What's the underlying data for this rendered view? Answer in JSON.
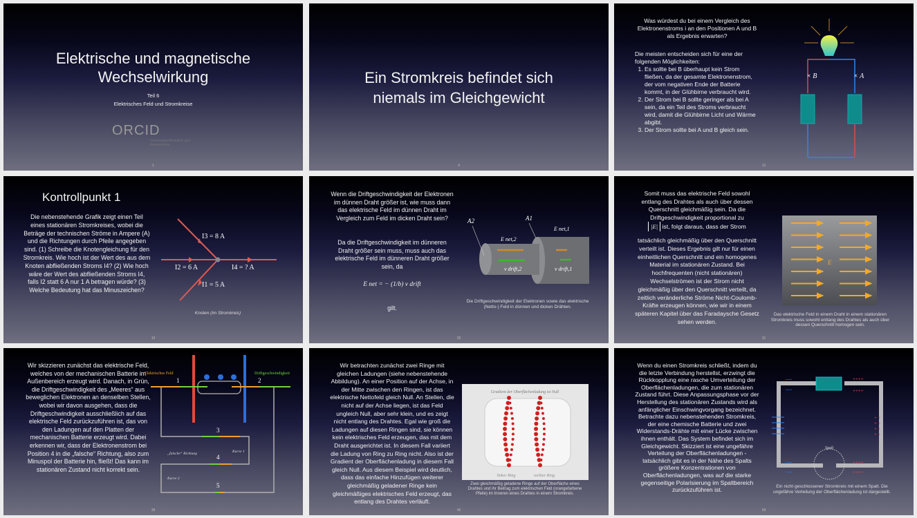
{
  "slides": [
    {
      "number": "1",
      "title": "Elektrische und magnetische Wechselwirkung",
      "subtitle1": "Teil 6",
      "subtitle2": "Elektrisches Feld und Stromkreise",
      "logo": "ORCID",
      "logo_tagline": "Connecting Research and Researchers"
    },
    {
      "number": "4",
      "title": "Ein Stromkreis befindet sich niemals im Gleichgewicht"
    },
    {
      "number": "12",
      "question": "Was würdest du bei einem Vergleich des Elektronenstroms i an den Positionen A und B als Ergebnis erwarten?",
      "intro": "Die meisten entscheiden sich für eine der folgenden Möglichkeiten:",
      "options": [
        "Es sollte bei B überhaupt kein Strom fließen, da der gesamte Elektronenstrom, der vom negativen Ende der Batterie kommt, in der Glühbirne verbraucht wird.",
        "Der Strom bei B sollte geringer als bei A sein, da ein Teil des Stroms verbraucht wird, damit die Glühbirne Licht und Wärme abgibt.",
        "Der Strom sollte bei A und B gleich sein."
      ],
      "label_b": "× B",
      "label_a": "× A"
    },
    {
      "number": "19",
      "title": "Kontrollpunkt 1",
      "text": "Die nebenstehende Grafik zeigt einen Teil eines stationären Stromkreises, wobei die Beträge der technischen Ströme in Ampere (A) und die Richtungen durch Pfeile angegeben sind. (1) Schreibe die Knotengleichung für den Stromkreis. Wie hoch ist der Wert des aus dem Knoten abfließenden Stroms I4? (2) Wie hoch wäre der Wert des abfließenden Stroms I4, falls I2 statt 6 A nur 1 A betragen würde? (3) Welche Bedeutung hat das Minuszeichen?",
      "i3": "I3 = 8 A",
      "i2": "I2 = 6 A",
      "i4": "I4 = ? A",
      "i1": "I1 = 5 A",
      "caption": "Knoten (im Stromkreis)"
    },
    {
      "number": "26",
      "question": "Wenn die Driftgeschwindigkeit der Elektronen im dünnen Draht größer ist, wie muss dann das elektrische Feld im dünnen Draht im Vergleich zum Feld im dicken Draht sein?",
      "answer": "Da die Driftgeschwindigkeit im dünneren Draht größer sein muss, muss auch das elektrische Feld im dünneren Draht größer sein, da",
      "formula": "E net = − (1/b) v drift",
      "ending": "gilt.",
      "a2": "A2",
      "a1": "A1",
      "enet2": "E net,2",
      "enet1": "E net,1",
      "vdrift2": "v drift,2",
      "vdrift1": "v drift,1",
      "caption": "Die Driftgeschwindigkeit der Elektronen sowie das elektrische (Netto-) Feld in dünnen und dicken Drähten."
    },
    {
      "number": "31",
      "text1": "Somit muss das elektrische Feld sowohl entlang des Drahtes als auch über dessen Querschnitt gleichmäßig sein. Da die Driftgeschwindigkeit proportional zu",
      "abs_e": "|E|",
      "text2": "ist, folgt daraus, dass der Strom",
      "text3": "tatsächlich gleichmäßig über den Querschnitt verteilt ist. Dieses Ergebnis gilt nur für einen einheitlichen Querschnitt und ein homogenes Material im stationären Zustand. Bei hochfrequenten (nicht stationären) Wechselströmen ist der Strom nicht gleichmäßig über den Querschnitt verteilt, da zeitlich veränderliche Ströme Nicht-Coulomb-Kräfte erzeugen können, wie wir in einem späteren Kapitel über das Faradaysche Gesetz sehen werden.",
      "e_label": "E",
      "caption": "Das elektrische Feld in einem Draht in einem stationären Stromkreis muss sowohl entlang des Drahtes als auch über dessen Querschnitt homogen sein."
    },
    {
      "number": "38",
      "text": "Wir skizzieren zunächst das elektrische Feld, welches von der mechanischen Batterie im Außenbereich erzeugt wird. Danach, in Grün, die Driftgeschwindigkeit des „Meeres“ aus beweglichen Elektronen an denselben Stellen, wobei wir davon ausgehen, dass die Driftgeschwindigkeit ausschließlich auf das elektrische Feld zurückzuführen ist, das von den Ladungen auf den Platten der mechanischen Batterie erzeugt wird. Dabei erkennen wir, dass der Elektronenstrom bei Position 4 in die „falsche“ Richtung, also zum Minuspol der Batterie hin, fließt! Das kann im stationären Zustand nicht korrekt sein.",
      "legend_field": "Elektrisches Feld",
      "legend_drift": "Driftgeschwindigkeit",
      "points": [
        "1",
        "2",
        "3",
        "4",
        "5"
      ],
      "wrong_dir": "„falsche“ Richtung",
      "curve1": "Kurve 1",
      "curve2": "Kurve 2"
    },
    {
      "number": "46",
      "text": "Wir betrachten zunächst zwei Ringe mit gleichen Ladungen (siehe nebenstehende Abbildung). An einer Position auf der Achse, in der Mitte zwischen den Ringen, ist das elektrische Nettofeld gleich Null. An Stellen, die nicht auf der Achse liegen, ist das Feld ungleich Null, aber sehr klein, und es zeigt nicht entlang des Drahtes. Egal wie groß die Ladungen auf diesen Ringen sind, sie können kein elektrisches Feld erzeugen, das mit dem Draht ausgerichtet ist. In diesem Fall variiert die Ladung von Ring zu Ring nicht. Also ist der Gradient der Oberflächenladung in diesem Fall gleich Null. Aus diesem Beispiel wird deutlich, dass das einfache Hinzufügen weiterer gleichmäßig geladener Ringe kein gleichmäßiges elektrisches Feld erzeugt, das entlang des Drahtes verläuft.",
      "fig_title": "Gradient der Oberflächenladung ist Null",
      "left_ring": "linker Ring",
      "right_ring": "rechter Ring",
      "caption": "Zwei gleichmäßig geladene Ringe auf der Oberfläche eines Drahtes und ihr Beitrag zum elektrischen Feld (orangefarbene Pfeile) im Inneren eines Drahtes in einem Stromkreis."
    },
    {
      "number": "58",
      "text": "Wenn du einen Stromkreis schließt, indem du die letzte Verbindung herstellst, erzwingt die Rückkopplung eine rasche Umverteilung der Oberflächenladungen, die zum stationären Zustand führt. Diese Anpassungsphase vor der Herstellung des stationären Zustands wird als anfänglicher Einschwingvorgang bezeichnet. Betrachte dazu nebenstehenden Stromkreis, der eine chemische Batterie und zwei Widerstands-Drähte mit einer Lücke zwischen ihnen enthält. Das System befindet sich im Gleichgewicht. Skizziert ist eine ungefähre Verteilung der Oberflächenladungen - tatsächlich gibt es in der Nähe des Spalts größere Konzentrationen von Oberflächenladungen, was auf die starke gegenseitige Polarisierung im Spaltbereich zurückzuführen ist.",
      "gap_label": "Spalt",
      "plus": "++++",
      "minus": "----",
      "caption": "Ein nicht geschlossener Stromkreis mit einem Spalt. Die ungefähre Verteilung der Oberflächenladung ist dargestellt."
    }
  ],
  "colors": {
    "field": "#f0a030",
    "drift": "#6fd43c",
    "wire_red": "#e05050",
    "wire_blue": "#2a86f0",
    "battery": "#0e8c8c"
  }
}
